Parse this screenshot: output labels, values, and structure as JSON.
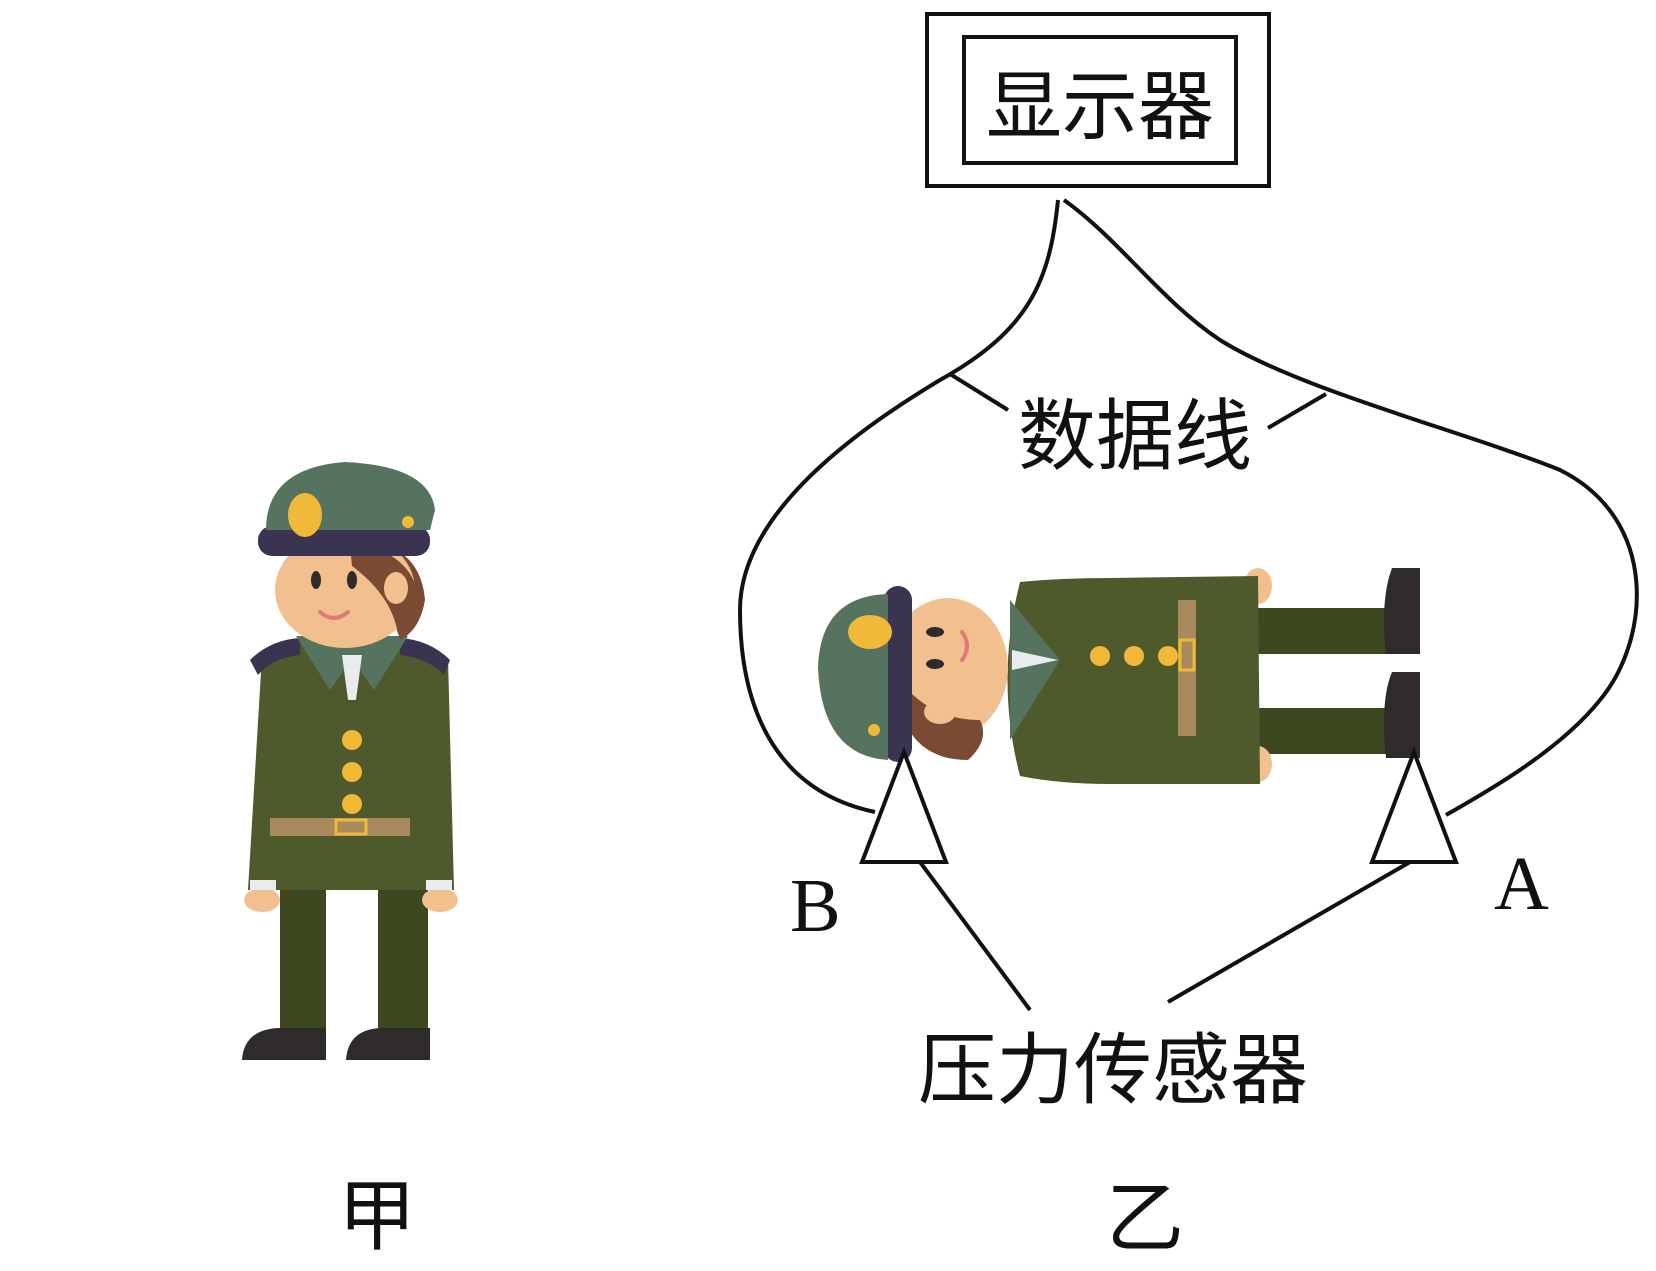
{
  "labels": {
    "display": "显示器",
    "data_cable": "数据线",
    "pressure_sensor": "压力传感器",
    "point_a": "A",
    "point_b": "B",
    "figure_a": "甲",
    "figure_b": "乙"
  },
  "colors": {
    "uniform": "#4e5a2b",
    "uniform_dark": "#3d4720",
    "cap": "#55735f",
    "cap_band": "#3b3450",
    "skin": "#f2c08f",
    "hair": "#7a4a32",
    "gold": "#f0b93a",
    "belt": "#a88a5c",
    "shoe": "#2e2b2a",
    "line": "#111111"
  }
}
